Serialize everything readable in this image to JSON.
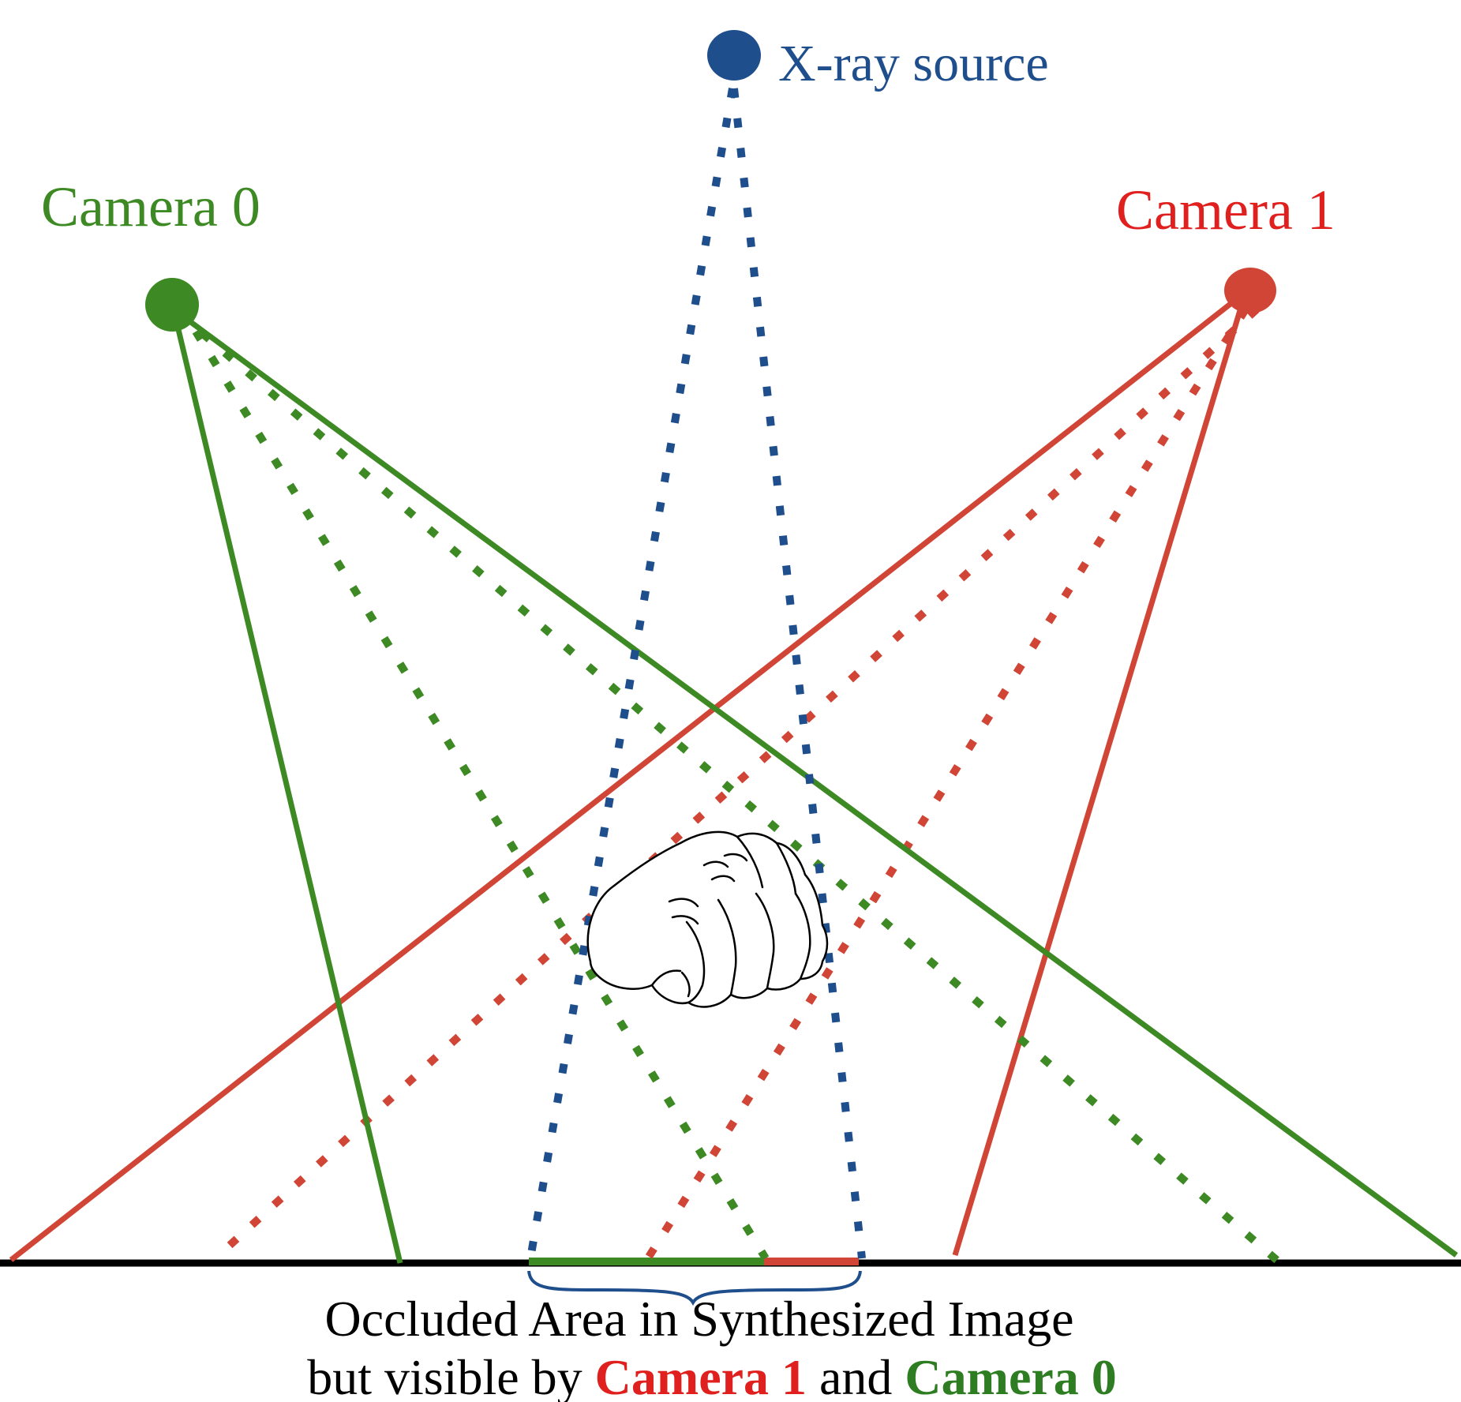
{
  "labels": {
    "xray_source": "X-ray source",
    "camera0": "Camera 0",
    "camera1": "Camera 1"
  },
  "caption": {
    "line1": "Occluded Area in Synthesized Image",
    "line2_prefix": "but visible by ",
    "line2_camera1": "Camera 1",
    "line2_middle": " and ",
    "line2_camera0": "Camera 0"
  },
  "colors": {
    "xray": "#1f4e8c",
    "camera0": "#3d8a24",
    "camera1": "#d04536",
    "caption_camera1": "#e0201e",
    "caption_camera0": "#2f7d22",
    "ground": "#000000"
  },
  "icons": {
    "object": "fist-icon"
  }
}
